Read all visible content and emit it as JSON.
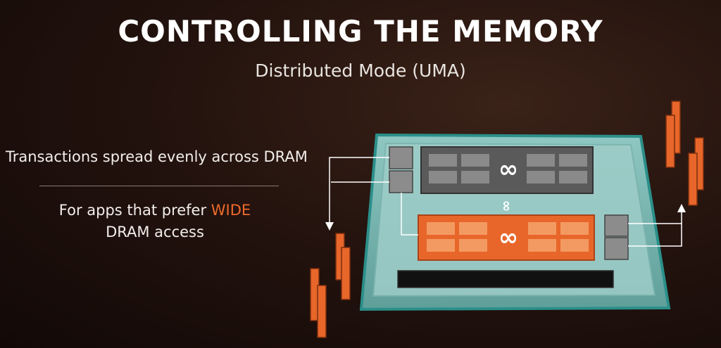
{
  "slide": {
    "title": "CONTROLLING THE MEMORY",
    "subtitle": "Distributed Mode (UMA)",
    "left_label": "Transactions spread evenly across DRAM",
    "note_prefix": "For apps that prefer",
    "note_highlight": "WIDE",
    "note_suffix": "DRAM access"
  },
  "colors": {
    "accent": "#ee6a2c",
    "package": "#2b8f8a",
    "die_gray": "#5a5a5a",
    "die_orange": "#e8662a"
  },
  "icons": [
    "infinity-fabric-icon",
    "infinity-fabric-icon",
    "infinity-link-icon"
  ]
}
